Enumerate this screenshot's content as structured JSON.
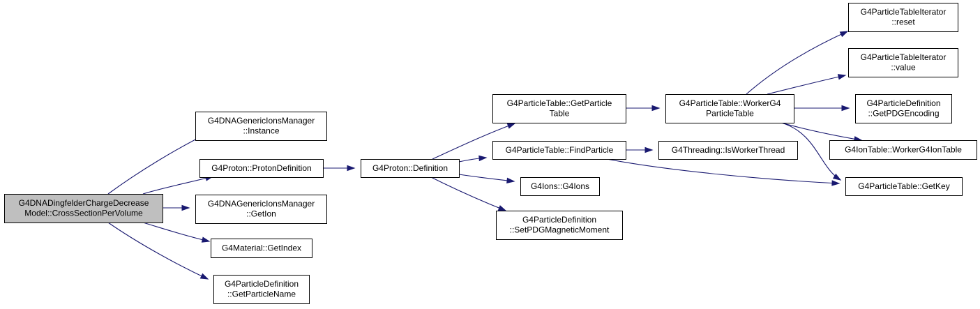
{
  "graph": {
    "nodes": [
      {
        "id": "root",
        "lines": [
          "G4DNADingfelderChargeDecrease",
          "Model::CrossSectionPerVolume"
        ],
        "root": true
      },
      {
        "id": "generic_instance",
        "lines": [
          "G4DNAGenericIonsManager",
          "::Instance"
        ]
      },
      {
        "id": "proton_def",
        "lines": [
          "G4Proton::ProtonDefinition"
        ]
      },
      {
        "id": "generic_getion",
        "lines": [
          "G4DNAGenericIonsManager",
          "::GetIon"
        ]
      },
      {
        "id": "material_getindex",
        "lines": [
          "G4Material::GetIndex"
        ]
      },
      {
        "id": "pdef_getname",
        "lines": [
          "G4ParticleDefinition",
          "::GetParticleName"
        ]
      },
      {
        "id": "proton_definition",
        "lines": [
          "G4Proton::Definition"
        ]
      },
      {
        "id": "ptable_gettable",
        "lines": [
          "G4ParticleTable::GetParticle",
          "Table"
        ]
      },
      {
        "id": "ptable_find",
        "lines": [
          "G4ParticleTable::FindParticle"
        ]
      },
      {
        "id": "ions_g4ions",
        "lines": [
          "G4Ions::G4Ions"
        ]
      },
      {
        "id": "pdef_setmag",
        "lines": [
          "G4ParticleDefinition",
          "::SetPDGMagneticMoment"
        ]
      },
      {
        "id": "ptable_worker",
        "lines": [
          "G4ParticleTable::WorkerG4",
          "ParticleTable"
        ]
      },
      {
        "id": "threading_isworker",
        "lines": [
          "G4Threading::IsWorkerThread"
        ]
      },
      {
        "id": "iter_reset",
        "lines": [
          "G4ParticleTableIterator",
          "::reset"
        ]
      },
      {
        "id": "iter_value",
        "lines": [
          "G4ParticleTableIterator",
          "::value"
        ]
      },
      {
        "id": "pdef_getpdg",
        "lines": [
          "G4ParticleDefinition",
          "::GetPDGEncoding"
        ]
      },
      {
        "id": "iontable_worker",
        "lines": [
          "G4IonTable::WorkerG4IonTable"
        ]
      },
      {
        "id": "ptable_getkey",
        "lines": [
          "G4ParticleTable::GetKey"
        ]
      }
    ],
    "edges": [
      {
        "from": "root",
        "to": "generic_instance"
      },
      {
        "from": "root",
        "to": "proton_def"
      },
      {
        "from": "root",
        "to": "generic_getion"
      },
      {
        "from": "root",
        "to": "material_getindex"
      },
      {
        "from": "root",
        "to": "pdef_getname"
      },
      {
        "from": "proton_def",
        "to": "proton_definition"
      },
      {
        "from": "proton_definition",
        "to": "ptable_gettable"
      },
      {
        "from": "proton_definition",
        "to": "ptable_find"
      },
      {
        "from": "proton_definition",
        "to": "ions_g4ions"
      },
      {
        "from": "proton_definition",
        "to": "pdef_setmag"
      },
      {
        "from": "ptable_gettable",
        "to": "ptable_worker"
      },
      {
        "from": "ptable_find",
        "to": "threading_isworker"
      },
      {
        "from": "ptable_find",
        "to": "ptable_getkey"
      },
      {
        "from": "ptable_worker",
        "to": "iter_reset"
      },
      {
        "from": "ptable_worker",
        "to": "iter_value"
      },
      {
        "from": "ptable_worker",
        "to": "pdef_getpdg"
      },
      {
        "from": "ptable_worker",
        "to": "iontable_worker"
      },
      {
        "from": "ptable_worker",
        "to": "ptable_getkey"
      }
    ]
  }
}
